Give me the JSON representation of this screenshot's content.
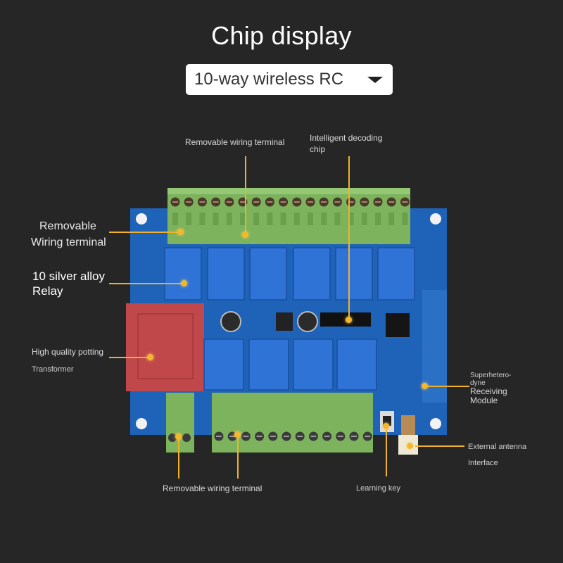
{
  "page": {
    "title": "Chip display"
  },
  "selector": {
    "selected": "10-way wireless RC"
  },
  "annotations": {
    "top_terminal": "Removable wiring terminal",
    "decoding_chip": "Intelligent decoding chip",
    "left_terminal_line1": "Removable",
    "left_terminal_line2": "Wiring terminal",
    "relay_line1": "10 silver alloy",
    "relay_line2": "Relay",
    "transformer_line1": "High quality potting",
    "transformer_line2": "Transformer",
    "receiver_line1": "Superhetero-",
    "receiver_line2": "dyne",
    "receiver_line3": "Receiving",
    "receiver_line4": "Module",
    "antenna_line1": "External antenna",
    "antenna_line2": "Interface",
    "bottom_terminal": "Removable wiring terminal",
    "learning_key": "Learning key"
  },
  "colors": {
    "background": "#262626",
    "accent": "#f2b02a",
    "pcb": "#1f63b8",
    "terminal": "#7db35c",
    "relay": "#2f73d6",
    "transformer": "#c0484a"
  }
}
